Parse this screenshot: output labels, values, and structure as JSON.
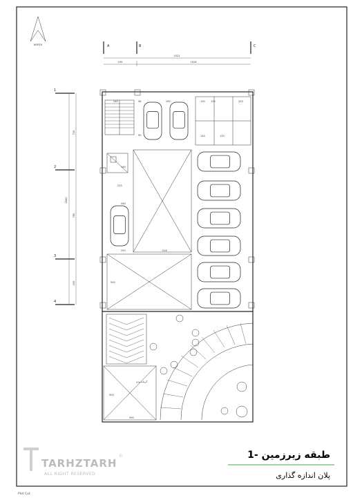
{
  "north": {
    "label": "NORTH"
  },
  "grid_cols": [
    {
      "id": "A",
      "label": "A"
    },
    {
      "id": "B",
      "label": "B"
    },
    {
      "id": "C",
      "label": "C"
    }
  ],
  "grid_rows": [
    {
      "id": "1",
      "label": "1"
    },
    {
      "id": "2",
      "label": "2"
    },
    {
      "id": "3",
      "label": "3"
    },
    {
      "id": "4",
      "label": "4"
    }
  ],
  "dims_top": {
    "total": "1021",
    "left": "295",
    "right": "1026"
  },
  "dims_left": {
    "total": "1800",
    "seg1": "710",
    "seg2": "780",
    "seg3": "430"
  },
  "room_dims": [
    "240",
    "56",
    "290",
    "130",
    "130",
    "220",
    "90",
    "144",
    "120",
    "190",
    "225",
    "260",
    "250",
    "516",
    "500",
    "500",
    "590"
  ],
  "ramp_label": "گرمانه ودی",
  "title": {
    "main": "طبقه زیرزمین -1",
    "sub": "پلان اندازه گذاری"
  },
  "logo": {
    "brand": "TARHZTARH",
    "tagline": "ALL RIGHT RESERVED",
    "mark": "©"
  },
  "footer": {
    "left": "Plot Cut"
  },
  "colors": {
    "line": "#222222",
    "accent_line": "#44aa44"
  }
}
